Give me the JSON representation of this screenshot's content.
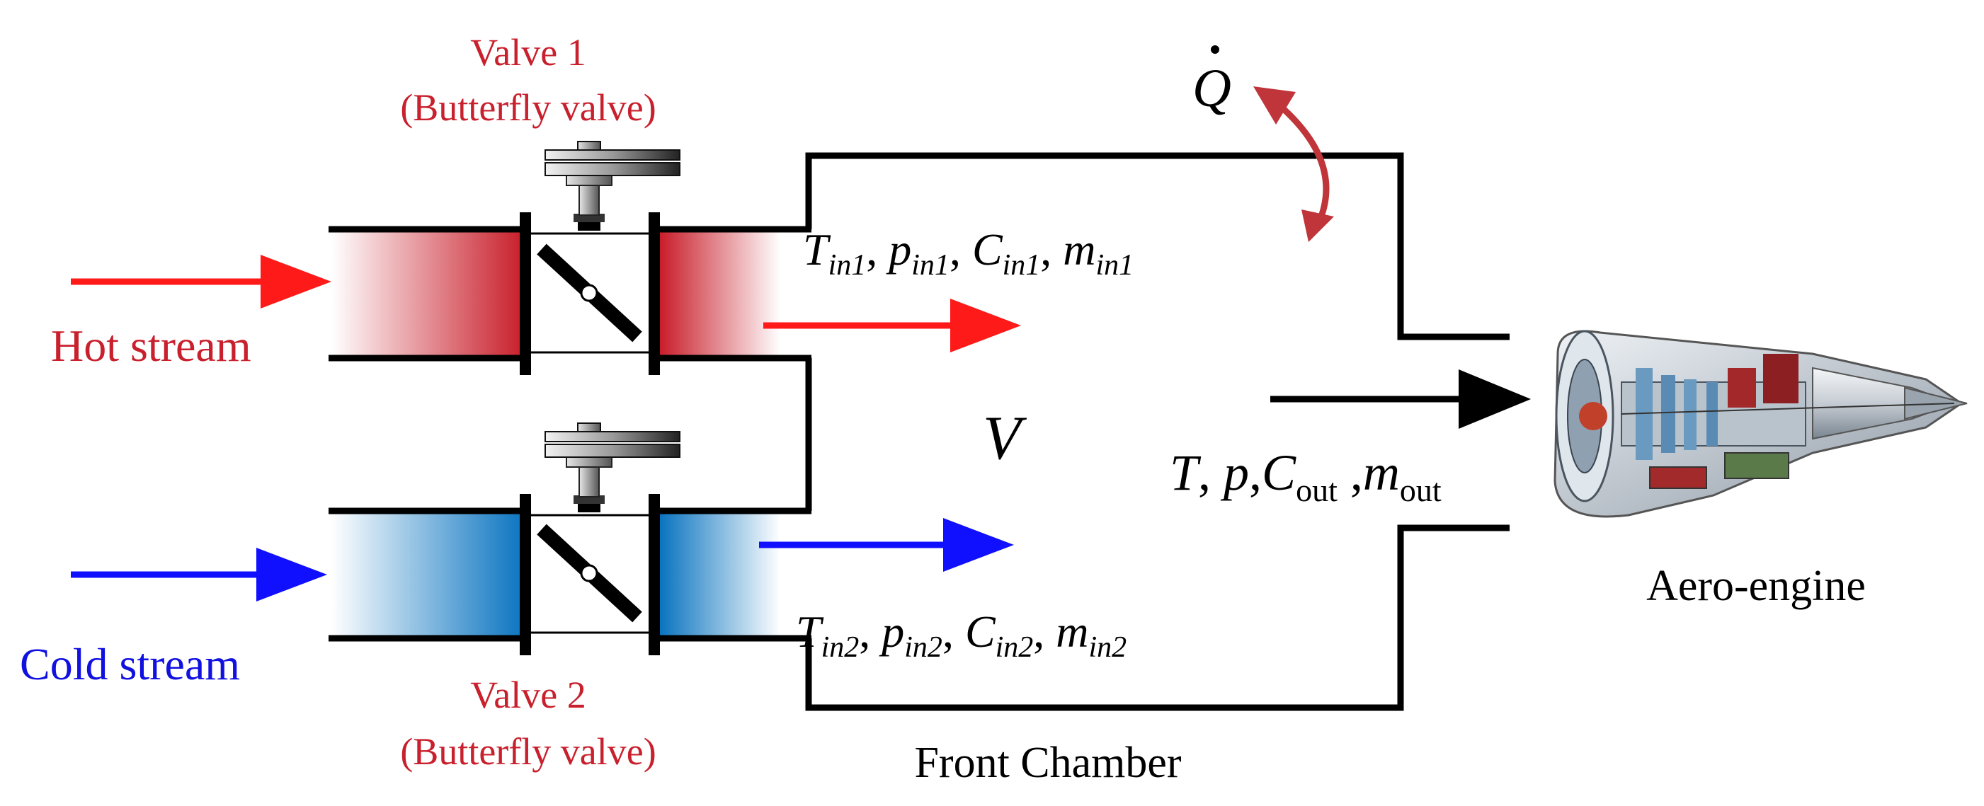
{
  "valves": [
    {
      "name": "Valve 1",
      "type": "(Butterfly valve)"
    },
    {
      "name": "Valve 2",
      "type": "(Butterfly valve)"
    }
  ],
  "streams": {
    "hot": {
      "label": "Hot stream",
      "color": "#ff1a1a"
    },
    "cold": {
      "label": "Cold stream",
      "color": "#1010ff"
    }
  },
  "symbols": {
    "heat": "Q",
    "volume": "V",
    "inlet1": {
      "T": "T",
      "p": "p",
      "C": "C",
      "m": "m",
      "sub": "in1"
    },
    "inlet2": {
      "T": "T",
      "p": "p",
      "C": "C",
      "m": "m",
      "sub": "in2"
    },
    "outlet": {
      "T": "T",
      "p": "p",
      "C": "C",
      "m": "m",
      "sub": "out"
    }
  },
  "chamber": {
    "label": "Front Chamber"
  },
  "engine": {
    "label": "Aero-engine"
  },
  "colors": {
    "valve_label": "#c8202c",
    "hot_pipe": "#c81e2a",
    "cold_pipe": "#0a74c0",
    "heat_arrow": "#c0353a",
    "outline": "#000000"
  }
}
